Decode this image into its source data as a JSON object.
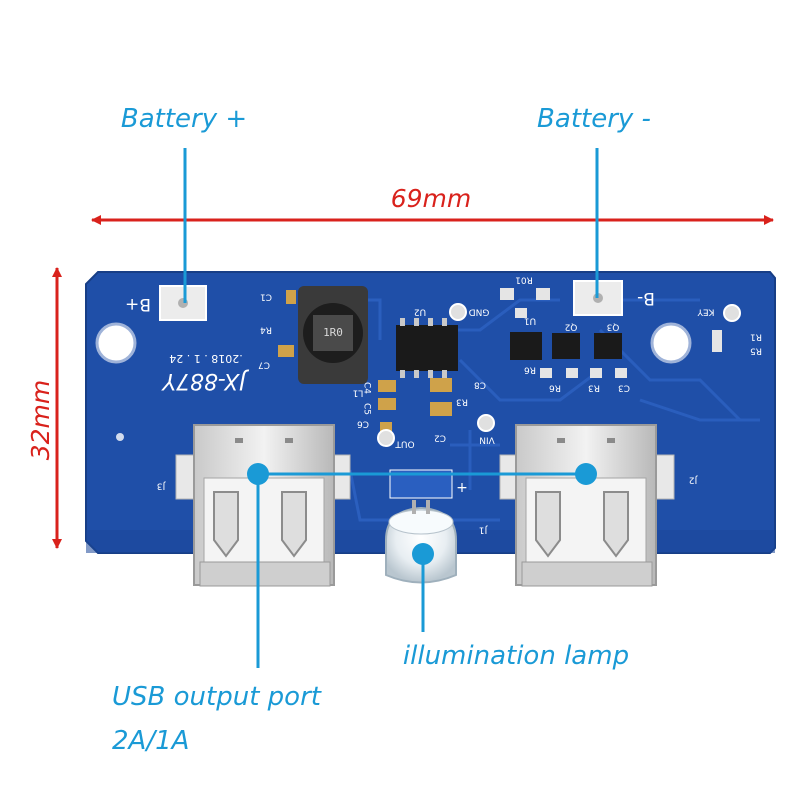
{
  "labels": {
    "battery_plus": "Battery +",
    "battery_minus": "Battery -",
    "width": "69mm",
    "height": "32mm",
    "lamp": "illumination lamp",
    "usb_line1": "USB output port",
    "usb_line2": "2A/1A"
  },
  "board": {
    "model": "JX-887Y",
    "date": ".2018 . 1 . 24",
    "pad_plus": "B+",
    "pad_minus": "B-",
    "key": "KEY",
    "gnd": "GND",
    "out": "OUT",
    "vin": "VIN",
    "j1": "J1",
    "j2": "J2",
    "j3": "J3",
    "u1": "U1",
    "u2": "U2",
    "q2": "Q2",
    "q3": "Q3",
    "r01": "R01",
    "r1": "R1",
    "r3": "R3",
    "r4": "R4",
    "r5": "R5",
    "r6": "R6",
    "c1": "C1",
    "c2": "C2",
    "c3": "C3",
    "c4": "C4",
    "c5": "C5",
    "c6": "C6",
    "c7": "C7",
    "c8": "C8",
    "l1": "L1",
    "led_minus": "-",
    "led_plus": "+"
  },
  "colors": {
    "label_blue": "#1a9ad6",
    "dimension_red": "#d9221c",
    "pcb_blue": "#1f4fa8",
    "silkscreen": "#ffffff"
  }
}
